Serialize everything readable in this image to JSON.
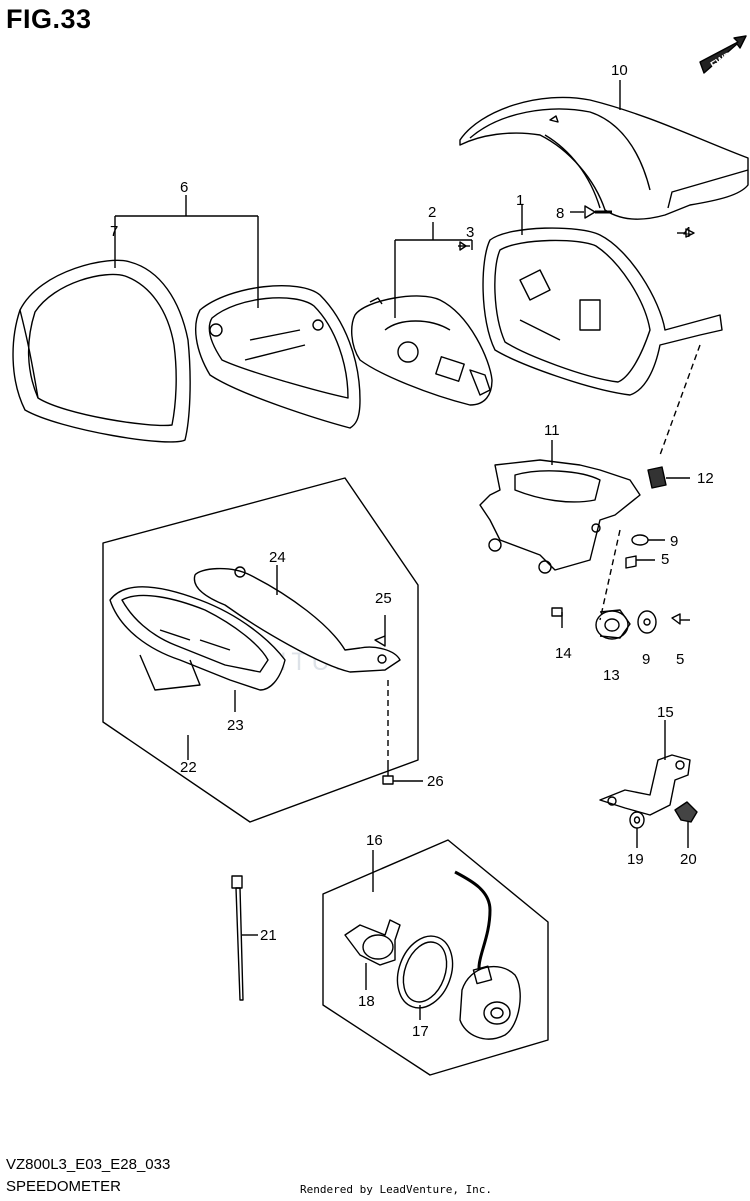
{
  "figure": {
    "title": "FIG.33",
    "model_code": "VZ800L3_E03_E28_033",
    "subtitle": "SPEEDOMETER",
    "rendered_by": "Rendered by LeadVenture, Inc.",
    "watermark": "VENTURE",
    "fwd_badge": "FWD"
  },
  "callouts": [
    "1",
    "2",
    "3",
    "4",
    "5",
    "5",
    "6",
    "7",
    "8",
    "9",
    "9",
    "10",
    "11",
    "12",
    "13",
    "14",
    "15",
    "16",
    "17",
    "18",
    "19",
    "20",
    "21",
    "22",
    "23",
    "24",
    "25",
    "26"
  ]
}
